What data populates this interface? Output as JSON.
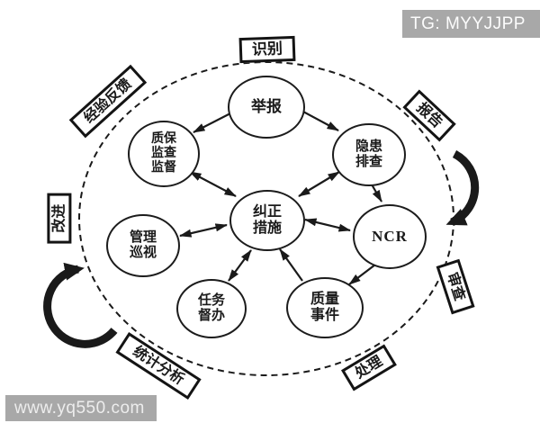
{
  "colors": {
    "background": "#ffffff",
    "stroke": "#1a1a1a",
    "band_bg": "#a8a8a8",
    "band_text": "#fcfcfc"
  },
  "watermarks": {
    "top_right": "TG: MYYJJPP",
    "bottom_left": "www.yq550.com"
  },
  "diagram": {
    "nodes": [
      {
        "id": "report",
        "lines": [
          "举报"
        ]
      },
      {
        "id": "qa-supervision",
        "lines": [
          "质保",
          "监查",
          "监督"
        ]
      },
      {
        "id": "hazard-screening",
        "lines": [
          "隐患",
          "排查"
        ]
      },
      {
        "id": "corrective-action",
        "lines": [
          "纠正",
          "措施"
        ]
      },
      {
        "id": "ncr",
        "lines": [
          "NCR"
        ]
      },
      {
        "id": "management-patrol",
        "lines": [
          "管理",
          "巡视"
        ]
      },
      {
        "id": "task-supervision",
        "lines": [
          "任务",
          "督办"
        ]
      },
      {
        "id": "quality-event",
        "lines": [
          "质量",
          "事件"
        ]
      }
    ],
    "stages": [
      {
        "id": "identify",
        "label": "识别"
      },
      {
        "id": "experience-feedback",
        "label": "经验反馈"
      },
      {
        "id": "report",
        "label": "报告"
      },
      {
        "id": "improve",
        "label": "改进"
      },
      {
        "id": "review",
        "label": "审查"
      },
      {
        "id": "statistical-analysis",
        "label": "统计分析"
      },
      {
        "id": "handle",
        "label": "处理"
      }
    ],
    "edges": [
      {
        "from": "举报",
        "to": "质保监查监督",
        "type": "single"
      },
      {
        "from": "举报",
        "to": "隐患排查",
        "type": "single"
      },
      {
        "from": "质保监查监督",
        "to": "纠正措施",
        "type": "double"
      },
      {
        "from": "隐患排查",
        "to": "纠正措施",
        "type": "double"
      },
      {
        "from": "隐患排查",
        "to": "NCR",
        "type": "single"
      },
      {
        "from": "NCR",
        "to": "纠正措施",
        "type": "double"
      },
      {
        "from": "NCR",
        "to": "质量事件",
        "type": "single"
      },
      {
        "from": "质量事件",
        "to": "纠正措施",
        "type": "single"
      },
      {
        "from": "管理巡视",
        "to": "纠正措施",
        "type": "double"
      },
      {
        "from": "任务督办",
        "to": "纠正措施",
        "type": "double"
      }
    ],
    "cycle_direction": "clockwise"
  }
}
